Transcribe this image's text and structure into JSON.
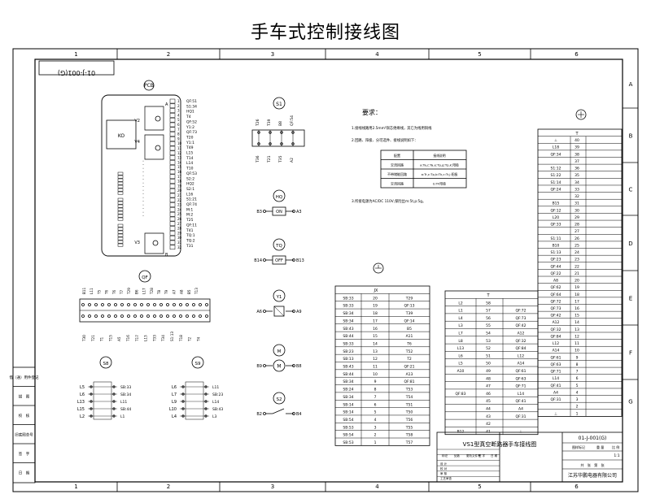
{
  "title": "手车式控制接线图",
  "frame": {
    "cols": [
      "1",
      "2",
      "3",
      "4",
      "5",
      "6"
    ],
    "rows": [
      "A",
      "B",
      "C",
      "D",
      "E",
      "F",
      "G"
    ],
    "drawing_no_rotated": "01-J-001(G)",
    "left_strip": [
      "借（通）用件登记",
      "描　图",
      "校　核",
      "旧底图总号",
      "签　字",
      "日　期"
    ]
  },
  "pcb": {
    "label": "PCB",
    "ko": "KO",
    "v2": "V2",
    "v3": "V3",
    "v4": "V4",
    "pin_a": "A",
    "pin_b": "B",
    "numbers": [
      "1",
      "2",
      "3",
      "4",
      "5",
      "6",
      "7",
      "8",
      "9",
      "10",
      "11",
      "12",
      "13",
      "14",
      "15",
      "16",
      "17",
      "18",
      "19",
      "20",
      "21",
      "22",
      "23",
      "24",
      "25",
      "26",
      "27",
      "28",
      "29",
      "30",
      "31",
      "32"
    ],
    "signals": [
      "QF:51",
      "S1:34",
      "HQ1",
      "T4",
      "QF:52",
      "Y1:2",
      "QF:73",
      "T20",
      "Y1:1",
      "T49",
      "L15",
      "T14",
      "L14",
      "T10",
      "QF:53",
      "S2:2",
      "HQ2",
      "S2:1",
      "L16",
      "S1:21",
      "QF:74",
      "M:1",
      "M:2",
      "T25",
      "QF:11",
      "T41",
      "TQ:1",
      "TQ:2",
      "T31"
    ]
  },
  "s1": {
    "label": "S1",
    "top": [
      "T26",
      "T39",
      "B8",
      "QF:54"
    ],
    "bottom": [
      "T36",
      "T21",
      "T35",
      "A2"
    ]
  },
  "hq": {
    "label": "HQ",
    "body": "ON",
    "left": "B3",
    "right": "A3"
  },
  "tq": {
    "label": "TQ",
    "body": "OFF",
    "left": "B14",
    "right": "B13"
  },
  "y1": {
    "label": "Y1",
    "left": "A6",
    "right": "A9"
  },
  "m": {
    "label": "M",
    "left": "B9",
    "right": "B8"
  },
  "s2": {
    "label": "S2",
    "left": "B2",
    "right": "B4"
  },
  "qf": {
    "label": "QF",
    "top": [
      "B11",
      "L11",
      "T5",
      "T6",
      "T6",
      "T7",
      "T29",
      "B6",
      "L17",
      "T28",
      "T8",
      "T9",
      "A7",
      "A8",
      "B5",
      "T13"
    ],
    "bottom": [
      "T30",
      "T21",
      "T1",
      "T15",
      "A5",
      "T16",
      "T17",
      "L13",
      "T33",
      "T34",
      "S1:13",
      "T18",
      "T2",
      "T4"
    ]
  },
  "s8": {
    "label": "S8",
    "left": [
      "L5",
      "L6",
      "L13",
      "L15",
      "L2"
    ],
    "right": [
      "SB:33",
      "SB:34",
      "L11",
      "SB:44",
      "L1"
    ]
  },
  "s9": {
    "label": "S9",
    "left": [
      "L6",
      "L7",
      "L9",
      "L10",
      "L4"
    ],
    "right": [
      "L11",
      "SB:23",
      "L14",
      "SB:43",
      "L3"
    ]
  },
  "notes": {
    "header": "要求：",
    "n1": "1.接线线路用2.5mm²铜芯绝缘线，其它为线用铜线",
    "n2": "2.回路、阳极、分可选件、接线说明如下：",
    "table": [
      [
        "配置",
        "接线说明"
      ],
      [
        "交流回路",
        "a:Ta,c:Ta,e:Tp,g:Tp,k:阳极"
      ],
      [
        "不带储能回路",
        "a:Tr,c:Tp,b:Tk,c:Tr,j:阳极"
      ],
      [
        "交流回路",
        "b:TF阳极"
      ]
    ],
    "n3": "3.所接电源为AC/DC 110V,保险丝m:5t,p:5g。"
  },
  "jx": {
    "header": "JX",
    "rows": [
      [
        "SB:33",
        "20",
        "T29"
      ],
      [
        "SB:33",
        "19",
        "QF:13"
      ],
      [
        "SB:34",
        "18",
        "T39"
      ],
      [
        "SB:34",
        "17",
        "QF:14"
      ],
      [
        "SB:43",
        "16",
        "B5"
      ],
      [
        "SB:44",
        "15",
        "A11"
      ],
      [
        "SB:33",
        "14",
        "T6"
      ],
      [
        "SB:23",
        "13",
        "T52"
      ],
      [
        "SB:13",
        "12",
        "T2"
      ],
      [
        "SB:43",
        "11",
        "QF:21"
      ],
      [
        "SB:44",
        "10",
        "A13"
      ],
      [
        "SB:34",
        "9",
        "QF:81"
      ],
      [
        "SB:24",
        "8",
        "T53"
      ],
      [
        "SB:34",
        "7",
        "T54"
      ],
      [
        "SB:14",
        "6",
        "T51"
      ],
      [
        "SB:14",
        "5",
        "T50"
      ],
      [
        "SB:54",
        "4",
        "T56"
      ],
      [
        "SB:53",
        "3",
        "T55"
      ],
      [
        "SB:54",
        "2",
        "T58"
      ],
      [
        "SB:53",
        "1",
        "T57"
      ]
    ]
  },
  "t_mid": {
    "header": "T",
    "rows": [
      [
        "L2",
        "58",
        ""
      ],
      [
        "L1",
        "57",
        "QF:72"
      ],
      [
        "L4",
        "56",
        "QF:73"
      ],
      [
        "L3",
        "55",
        "QF:42"
      ],
      [
        "L7",
        "54",
        "A12"
      ],
      [
        "L8",
        "53",
        "QF:32"
      ],
      [
        "L13",
        "52",
        "QF:84"
      ],
      [
        "L6",
        "51",
        "L12"
      ],
      [
        "L5",
        "50",
        "A14"
      ],
      [
        "A10",
        "49",
        "QF:61"
      ],
      [
        "",
        "48",
        "QF:63"
      ],
      [
        "",
        "47",
        "QF:71"
      ],
      [
        "QF:83",
        "46",
        "L14"
      ],
      [
        "",
        "45",
        "QF:41"
      ],
      [
        "",
        "44",
        "A4"
      ],
      [
        "",
        "43",
        "QF:31"
      ],
      [
        "",
        "42",
        ""
      ],
      [
        "B12",
        "41",
        "⊥"
      ]
    ]
  },
  "t_right": {
    "header": "T",
    "rows": [
      [
        "⊥",
        "40"
      ],
      [
        "L18",
        "39"
      ],
      [
        "QF:34",
        "38"
      ],
      [
        "",
        "37"
      ],
      [
        "S1:12",
        "36"
      ],
      [
        "S1:22",
        "35"
      ],
      [
        "S1:14",
        "34"
      ],
      [
        "QF:24",
        "33"
      ],
      [
        "",
        "32"
      ],
      [
        "B15",
        "31"
      ],
      [
        "QF:12",
        "30"
      ],
      [
        "L20",
        "29"
      ],
      [
        "QF:33",
        "28"
      ],
      [
        "",
        "27"
      ],
      [
        "S1:11",
        "26"
      ],
      [
        "B10",
        "25"
      ],
      [
        "S1:13",
        "24"
      ],
      [
        "QF:23",
        "23"
      ],
      [
        "QF:44",
        "22"
      ],
      [
        "QF:22",
        "21"
      ],
      [
        "A8",
        "20"
      ],
      [
        "QF:62",
        "19"
      ],
      [
        "QF:64",
        "18"
      ],
      [
        "QF:72",
        "17"
      ],
      [
        "QF:73",
        "16"
      ],
      [
        "QF:42",
        "15"
      ],
      [
        "A12",
        "14"
      ],
      [
        "QF:32",
        "13"
      ],
      [
        "QF:84",
        "12"
      ],
      [
        "L12",
        "11"
      ],
      [
        "A14",
        "10"
      ],
      [
        "QF:61",
        "9"
      ],
      [
        "QF:63",
        "8"
      ],
      [
        "QF:71",
        "7"
      ],
      [
        "L14",
        "6"
      ],
      [
        "QF:41",
        "5"
      ],
      [
        "A4",
        "4"
      ],
      [
        "QF:31",
        "3"
      ],
      [
        "",
        "2"
      ],
      [
        "⊥",
        "1"
      ]
    ]
  },
  "title_block": {
    "drawing_name": "VS1型真空断路器手车接线图",
    "drawing_no": "01-J-001(G)",
    "h1": "图样标记",
    "h2": "重 量",
    "h3": "比 例",
    "scale": "1:1",
    "sheet": "共　张　第　张",
    "company": "江苏华鹏电器有限公司",
    "change_headers": [
      "标记",
      "处数",
      "更改文件号",
      "签 字",
      "日 期"
    ],
    "roles": [
      "设 计",
      "校 对",
      "审 核",
      "工艺审查"
    ]
  }
}
